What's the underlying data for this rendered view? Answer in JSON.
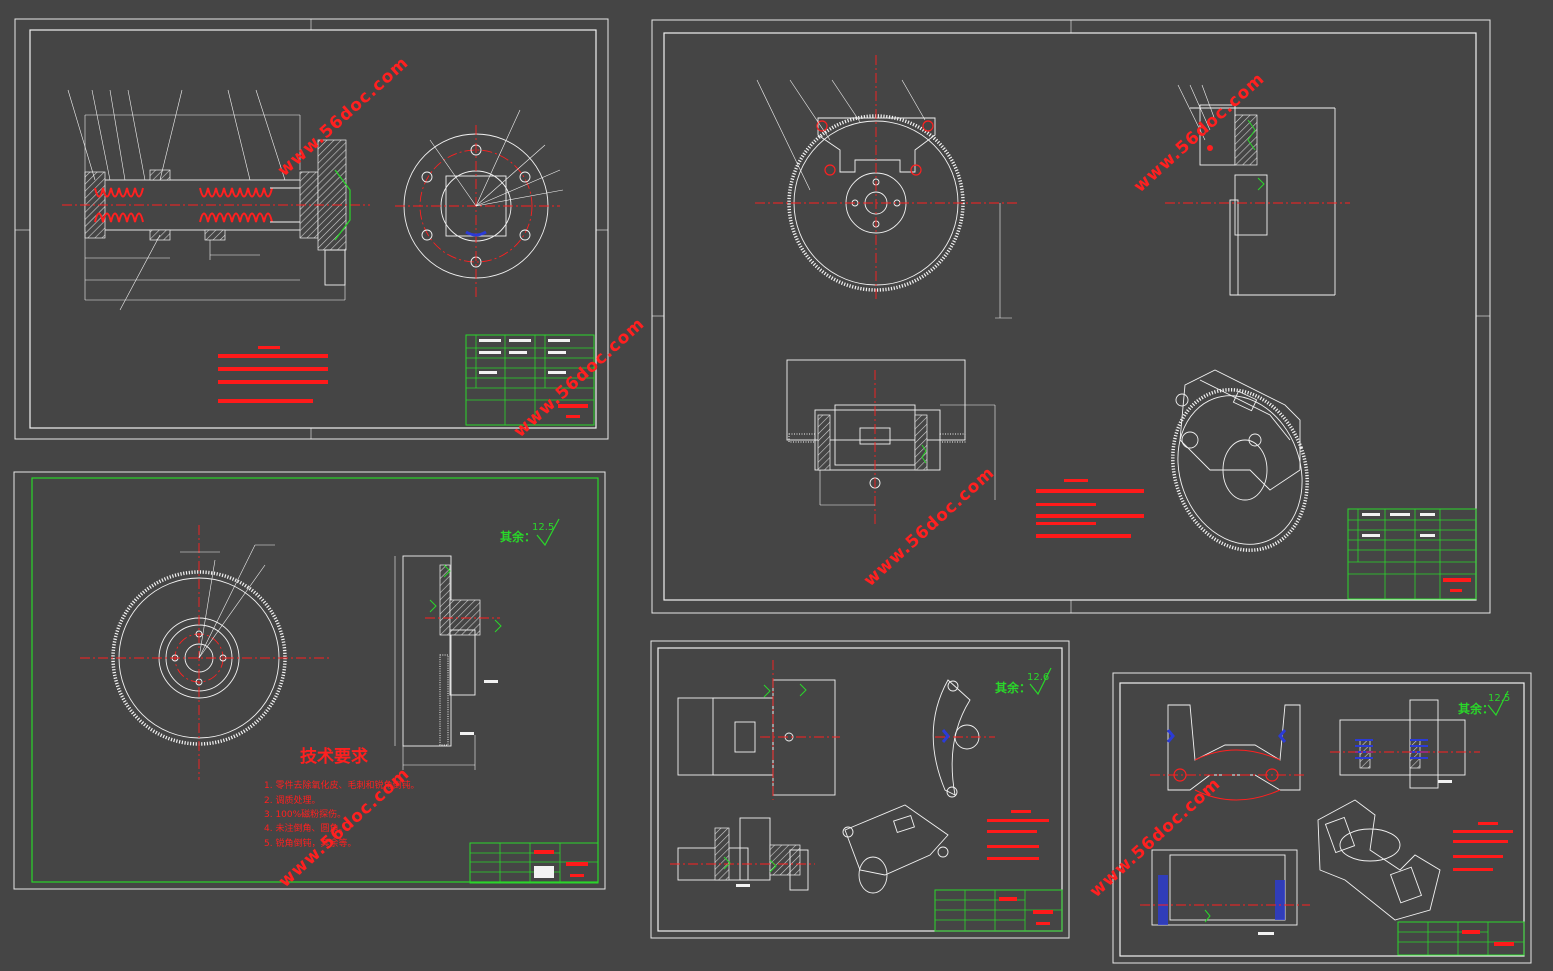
{
  "watermark": {
    "text": "www.56doc.com"
  },
  "gear_drawing": {
    "tech_requirements_title": "技术要求",
    "tech_requirements": [
      "1. 零件去除氧化皮、毛刺和锐角倒钝。",
      "2. 调质处理。",
      "3. 100%磁粉探伤。",
      "4. 未注倒角、圆角。",
      "5. 锐角倒钝，其余等。"
    ],
    "roughness_label": "其余：",
    "roughness_value": "12.5"
  },
  "lever_drawing": {
    "roughness_label": "其余：",
    "roughness_value": "12.6"
  },
  "bracket_drawing": {
    "roughness_label": "其余：",
    "roughness_value": "12.5"
  },
  "colors": {
    "background": "#454545",
    "line": "#f2f2f2",
    "centerline": "#ff2020",
    "border_green": "#2ad62a",
    "dimension": "#2ad62a",
    "section_blue": "#2b3bd6"
  }
}
